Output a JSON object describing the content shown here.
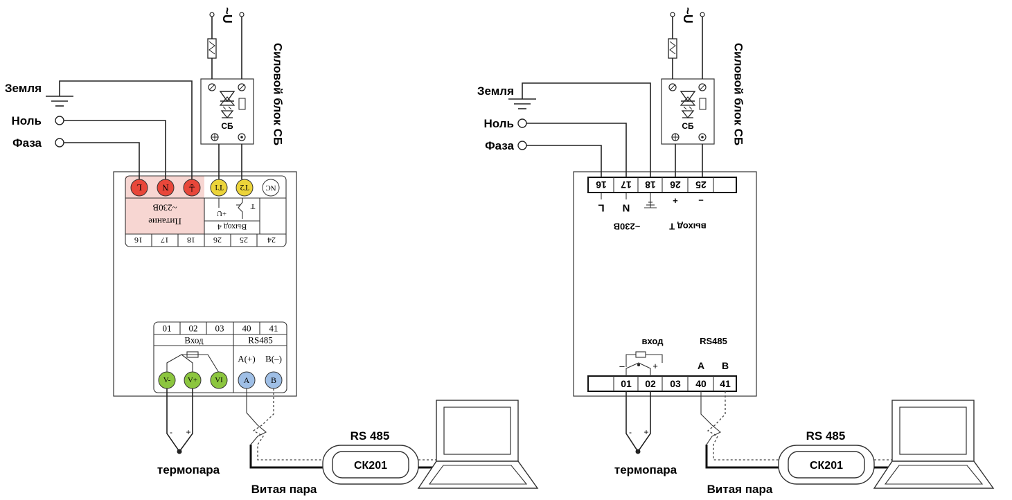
{
  "left": {
    "labels": {
      "earth": "Земля",
      "neutral": "Ноль",
      "phase": "Фаза",
      "power_block": "Силовой блок СБ",
      "supply_u": "~U",
      "sb": "СБ",
      "thermocouple": "термопара",
      "twisted_pair": "Витая пара",
      "rs485_title": "RS 485",
      "converter": "СК201"
    },
    "top_terminals": [
      "L",
      "N",
      "⏚",
      "T1",
      "T2",
      "NC"
    ],
    "top_numbers": [
      "16",
      "17",
      "18",
      "26",
      "25",
      "24"
    ],
    "power_label_1": "Питание",
    "power_label_2": "~230В",
    "output_label": "Выход 4",
    "output_u": "+U",
    "output_t": "T",
    "bottom_numbers": [
      "01",
      "02",
      "03",
      "40",
      "41"
    ],
    "input_label": "Вход",
    "rs485_label": "RS485",
    "a_label": "A(+)",
    "b_label": "B(–)",
    "bottom_terminals": [
      "V-",
      "V+",
      "VI",
      "A",
      "B"
    ]
  },
  "right": {
    "labels": {
      "earth": "Земля",
      "neutral": "Ноль",
      "phase": "Фаза",
      "power_block": "Силовой блок СБ",
      "supply_u": "~U",
      "sb": "СБ",
      "thermocouple": "термопара",
      "twisted_pair": "Витая пара",
      "rs485_title": "RS 485",
      "converter": "СК201"
    },
    "top_numbers": [
      "16",
      "17",
      "18",
      "26",
      "25",
      ""
    ],
    "top_signs": [
      "L",
      "N",
      "⏚",
      "+",
      "–"
    ],
    "supply_label": "~230В",
    "output_label": "выход Т",
    "bottom_numbers": [
      "",
      "01",
      "02",
      "03",
      "40",
      "41"
    ],
    "input_label": "вход",
    "rs485_label": "RS485",
    "a_label": "A",
    "b_label": "B"
  },
  "colors": {
    "red": "#e8473a",
    "yellow": "#ecd43a",
    "green": "#8cc63f",
    "blue": "#9fbfe6",
    "pink": "#f7d6d2"
  }
}
